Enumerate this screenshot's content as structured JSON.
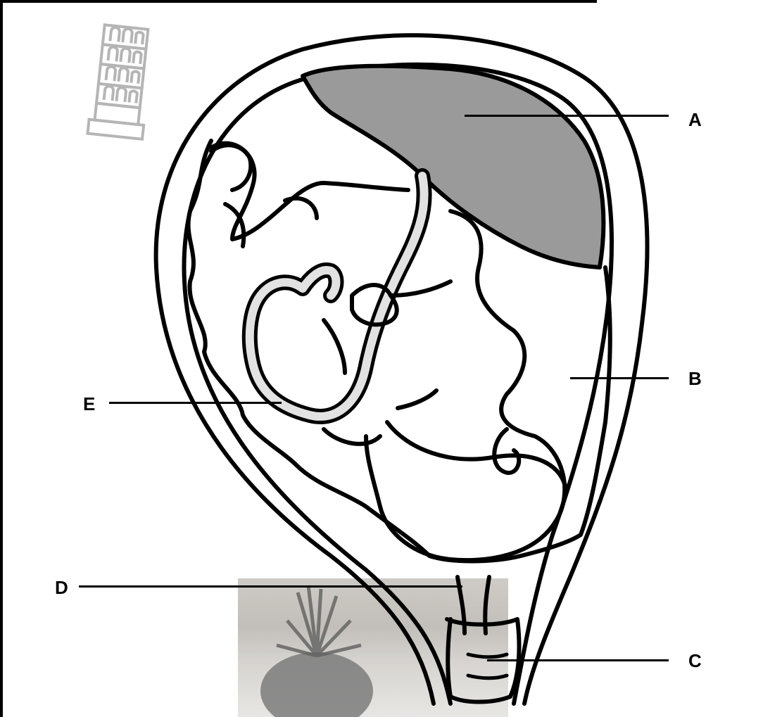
{
  "labels": {
    "a": "A",
    "b": "B",
    "c": "C",
    "d": "D",
    "e": "E"
  },
  "icons": {
    "logo": "leaning-tower-icon",
    "background_photo": "potted-plant-photo"
  },
  "colors": {
    "line": "#000000",
    "placenta_fill": "#9a9a9a",
    "cord_fill": "#e2e2e2",
    "logo": "#b5b5b5"
  }
}
